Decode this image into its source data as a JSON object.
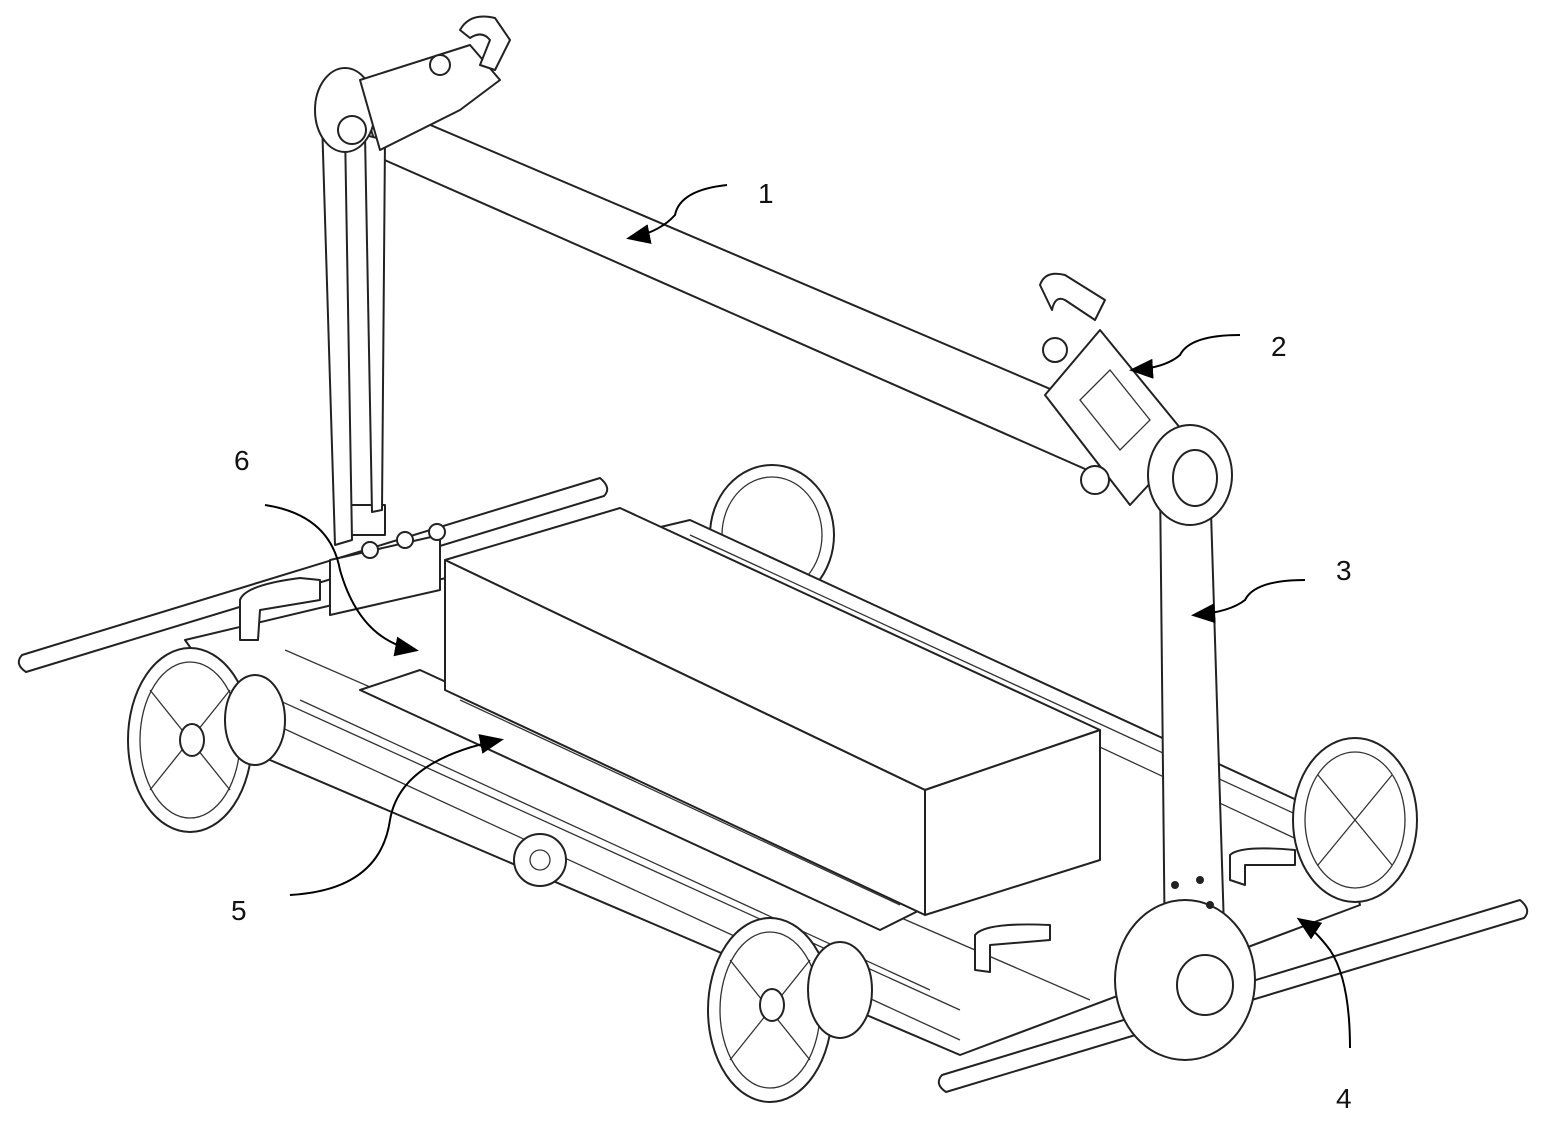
{
  "figure": {
    "labels": [
      {
        "id": "label-1",
        "text": "1"
      },
      {
        "id": "label-2",
        "text": "2"
      },
      {
        "id": "label-3",
        "text": "3"
      },
      {
        "id": "label-4",
        "text": "4"
      },
      {
        "id": "label-5",
        "text": "5"
      },
      {
        "id": "label-6",
        "text": "6"
      }
    ],
    "colors": {
      "line": "#222222",
      "background": "#ffffff"
    }
  }
}
